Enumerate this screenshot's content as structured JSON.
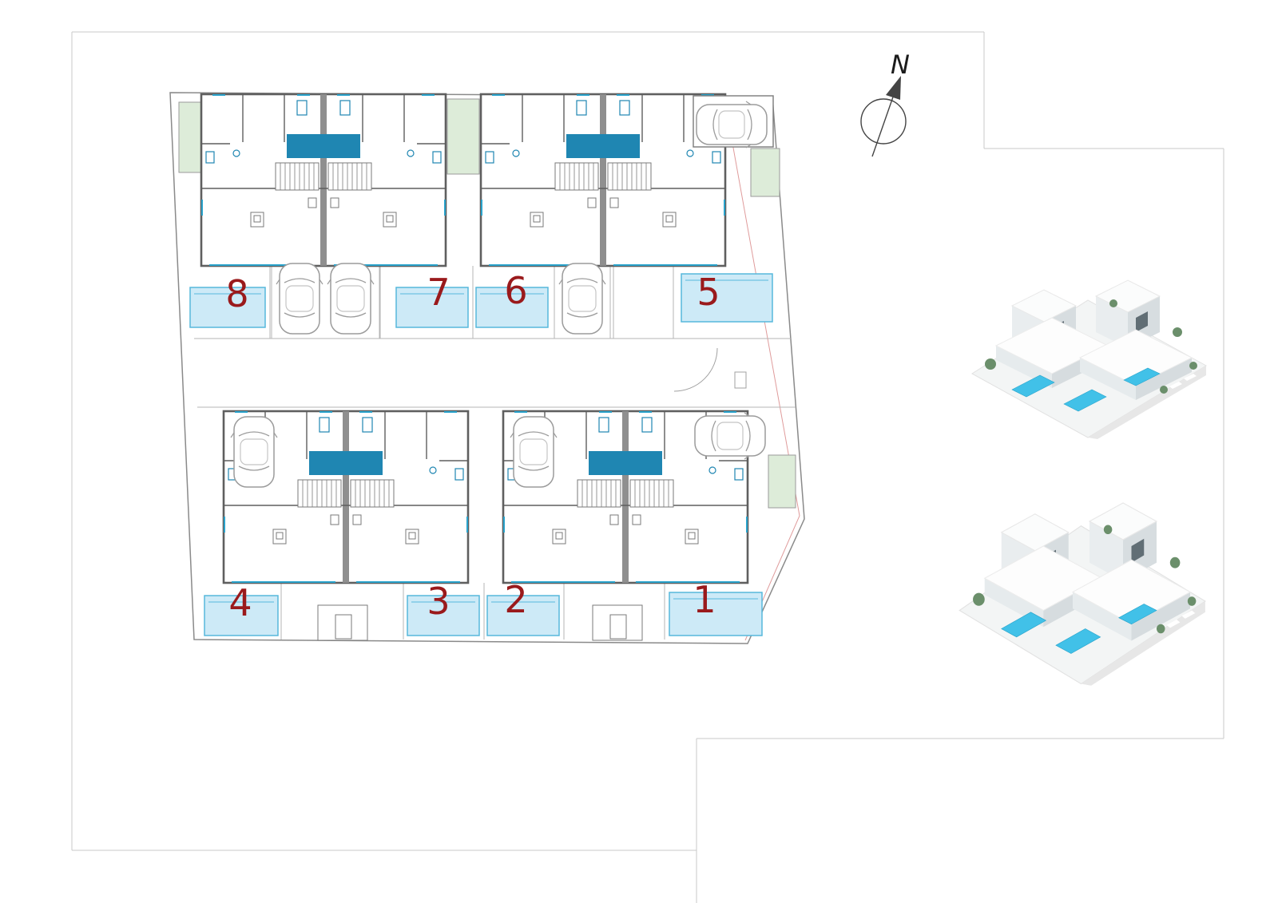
{
  "compass": {
    "label": "N"
  },
  "units": [
    {
      "id": "unit-8",
      "number": "8"
    },
    {
      "id": "unit-7",
      "number": "7"
    },
    {
      "id": "unit-6",
      "number": "6"
    },
    {
      "id": "unit-5",
      "number": "5"
    },
    {
      "id": "unit-4",
      "number": "4"
    },
    {
      "id": "unit-3",
      "number": "3"
    },
    {
      "id": "unit-2",
      "number": "2"
    },
    {
      "id": "unit-1",
      "number": "1"
    }
  ],
  "colors": {
    "unit_number": "#9a1a1c",
    "pool_fill": "#cdeaf7",
    "pool_stroke": "#56b8dc",
    "kitchen": "#1f86b2",
    "window": "#2aa3cc",
    "green_fill": "#ddecd9",
    "green_stroke": "#9a9a9a",
    "wall": "#5f5f5f",
    "boundary_red": "#d98a8a"
  }
}
